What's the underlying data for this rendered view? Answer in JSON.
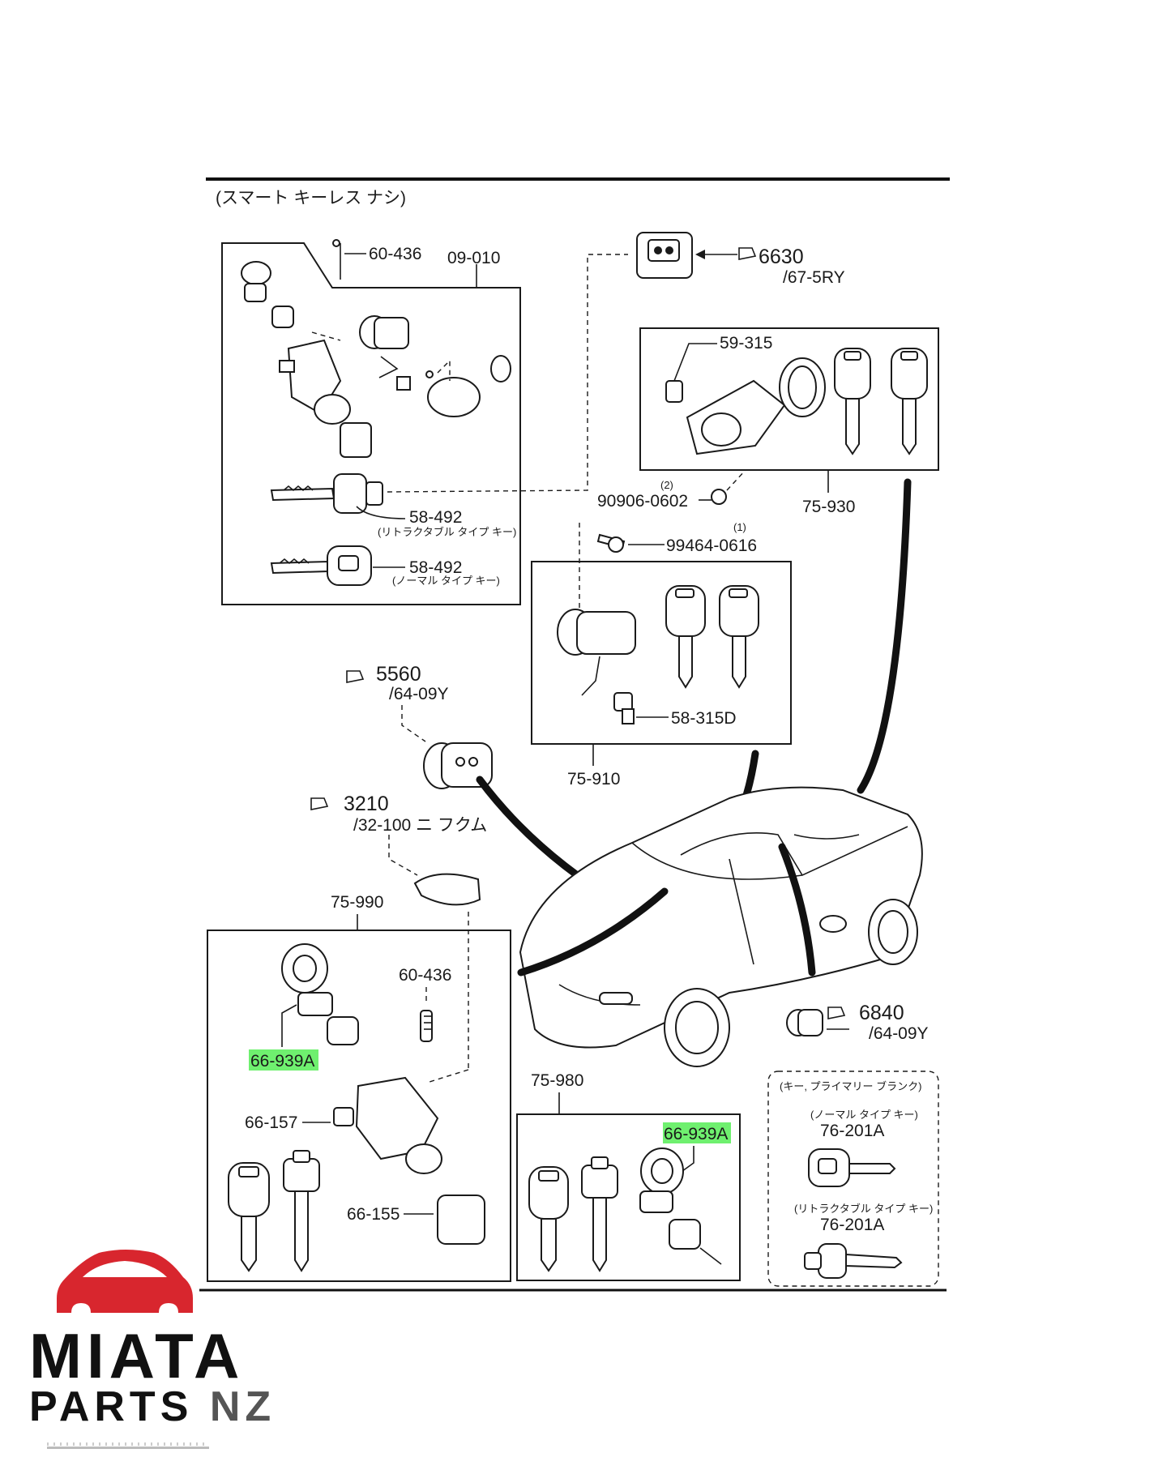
{
  "header": {
    "title": "(スマート キーレス ナシ)"
  },
  "callouts": [
    {
      "id": "c-60-436-top",
      "text": "60-436"
    },
    {
      "id": "c-09-010",
      "text": "09-010"
    },
    {
      "id": "c-58-492-a",
      "text": "58-492"
    },
    {
      "id": "c-58-492-a-note",
      "text": "(リトラクタブル タイプ キー)"
    },
    {
      "id": "c-58-492-b",
      "text": "58-492"
    },
    {
      "id": "c-58-492-b-note",
      "text": "(ノーマル タイプ キー)"
    },
    {
      "id": "c-6630",
      "text": "6630"
    },
    {
      "id": "c-67-5ry",
      "text": "/67-5RY"
    },
    {
      "id": "c-59-315",
      "text": "59-315"
    },
    {
      "id": "c-90906",
      "text": "90906-0602"
    },
    {
      "id": "c-90906-qty",
      "text": "(2)"
    },
    {
      "id": "c-75-930",
      "text": "75-930"
    },
    {
      "id": "c-99464",
      "text": "99464-0616"
    },
    {
      "id": "c-99464-qty",
      "text": "(1)"
    },
    {
      "id": "c-58-315d",
      "text": "58-315D"
    },
    {
      "id": "c-75-910",
      "text": "75-910"
    },
    {
      "id": "c-5560",
      "text": "5560"
    },
    {
      "id": "c-64-09y-a",
      "text": "/64-09Y"
    },
    {
      "id": "c-3210",
      "text": "3210"
    },
    {
      "id": "c-32-100",
      "text": "/32-100 ニ フクム"
    },
    {
      "id": "c-75-990",
      "text": "75-990"
    },
    {
      "id": "c-60-436-bot",
      "text": "60-436"
    },
    {
      "id": "c-66-939a-a",
      "text": "66-939A"
    },
    {
      "id": "c-66-157",
      "text": "66-157"
    },
    {
      "id": "c-66-155",
      "text": "66-155"
    },
    {
      "id": "c-6840",
      "text": "6840"
    },
    {
      "id": "c-64-09y-b",
      "text": "/64-09Y"
    },
    {
      "id": "c-75-980",
      "text": "75-980"
    },
    {
      "id": "c-66-939a-b",
      "text": "66-939A"
    },
    {
      "id": "c-key-blank-title",
      "text": "(キー, プライマリー ブランク)"
    },
    {
      "id": "c-normal-type",
      "text": "(ノーマル タイプ キー)"
    },
    {
      "id": "c-76-201a-a",
      "text": "76-201A"
    },
    {
      "id": "c-retract-type",
      "text": "(リトラクタブル タイプ キー)"
    },
    {
      "id": "c-76-201a-b",
      "text": "76-201A"
    }
  ],
  "highlight_color": "#6ff06f",
  "logo": {
    "line1": "MIATA",
    "line2_main": "PARTS",
    "line2_suffix": "NZ",
    "brand_color": "#d8262e"
  }
}
